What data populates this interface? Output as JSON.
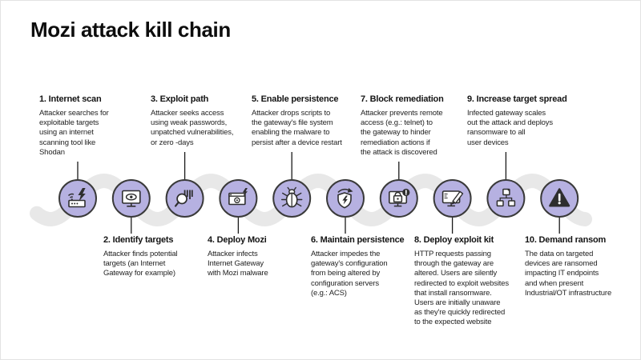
{
  "title": "Mozi attack kill chain",
  "colors": {
    "icon_fill": "#b6b1e1",
    "icon_stroke": "#3a3a3a",
    "glyph": "#2e2e2e",
    "wave": "#e8e8e8",
    "connector": "#1a1a1a"
  },
  "steps": [
    {
      "title": "1. Internet scan",
      "description": "Attacker searches for\nexploitable targets\nusing an internet\nscanning tool like\nShodan",
      "position": "top",
      "icon": "router-scan-icon"
    },
    {
      "title": "2. Identify targets",
      "description": "Attacker finds potential\ntargets (an Internet\nGateway for example)",
      "position": "bottom",
      "icon": "monitor-eye-icon"
    },
    {
      "title": "3. Exploit path",
      "description": "Attacker seeks access\nusing weak passwords,\nunpatched vulnerabilities,\nor zero -days",
      "position": "top",
      "icon": "barcode-search-icon"
    },
    {
      "title": "4. Deploy Mozi",
      "description": "Attacker infects\nInternet Gateway\nwith Mozi malware",
      "position": "bottom",
      "icon": "window-malware-icon"
    },
    {
      "title": "5. Enable persistence",
      "description": "Attacker drops scripts to\nthe gateway's file system\nenabling the malware to\npersist after a device restart",
      "position": "top",
      "icon": "bug-icon"
    },
    {
      "title": "6. Maintain persistence",
      "description": "Attacker impedes the\ngateway's configuration\nfrom being altered by\nconfiguration servers\n(e.g.: ACS)",
      "position": "bottom",
      "icon": "shield-sync-icon"
    },
    {
      "title": "7. Block remediation",
      "description": "Attacker prevents remote\naccess (e.g.: telnet) to\nthe gateway to hinder\nremediation actions if\nthe attack is discovered",
      "position": "top",
      "icon": "monitor-lock-icon"
    },
    {
      "title": "8. Deploy exploit kit",
      "description": "HTTP requests passing\nthrough the gateway are\naltered. Users are silently\nredirected to exploit websites\nthat install ransomware.\nUsers are initially unaware\nas they're quickly redirected\nto the expected website",
      "position": "bottom",
      "icon": "monitor-edit-icon"
    },
    {
      "title": "9. Increase target spread",
      "description": "Infected gateway scales\nout the attack and deploys\nransomware to all\nuser devices",
      "position": "top",
      "icon": "network-spread-icon"
    },
    {
      "title": "10. Demand ransom",
      "description": "The data on targeted\ndevices are ransomed\nimpacting IT endpoints\nand when present\nIndustrial/OT infrastructure",
      "position": "bottom",
      "icon": "warning-icon"
    }
  ]
}
